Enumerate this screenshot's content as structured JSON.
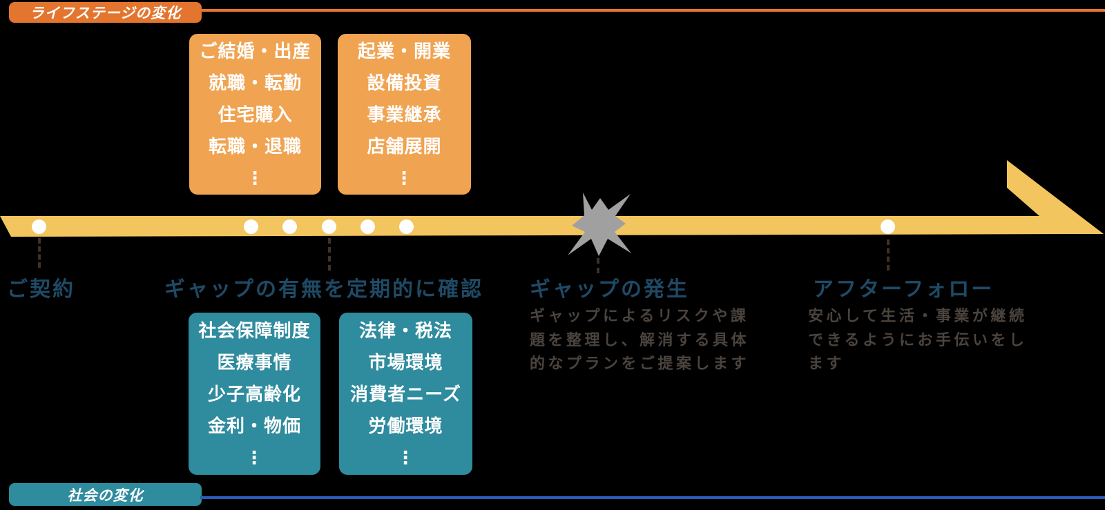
{
  "colors": {
    "orange_accent": "#E4752E",
    "orange_box": "#F0A351",
    "arrow_band": "#F2C55F",
    "teal": "#2F8B9E",
    "navy_heading": "#1F4A66",
    "blue_line": "#2B5BB7",
    "starburst_gray": "#A0A0A0",
    "body_text": "#4B433D",
    "dashed_connector": "#3E3228"
  },
  "top_track": {
    "label": "ライフステージの変化",
    "boxes": [
      {
        "items": "ご結婚・出産\n就職・転勤\n住宅購入\n転職・退職\n⋮"
      },
      {
        "items": "起業・開業\n設備投資\n事業継承\n店舗展開\n⋮"
      }
    ]
  },
  "bottom_track": {
    "label": "社会の変化",
    "boxes": [
      {
        "items": "社会保障制度\n医療事情\n少子高齢化\n金利・物価\n⋮"
      },
      {
        "items": "法律・税法\n市場環境\n消費者ニーズ\n労働環境\n⋮"
      }
    ]
  },
  "timeline": {
    "milestones": [
      {
        "heading": "ご契約"
      },
      {
        "heading": "ギャップの有無を定期的に確認"
      },
      {
        "heading": "ギャップの発生",
        "description": "ギャップによるリスクや課\n題を整理し、解消する具体\n的なプランをご提案します"
      },
      {
        "heading": "アフターフォロー",
        "description": "安心して生活・事業が継続\nできるようにお手伝いをし\nます"
      }
    ]
  }
}
